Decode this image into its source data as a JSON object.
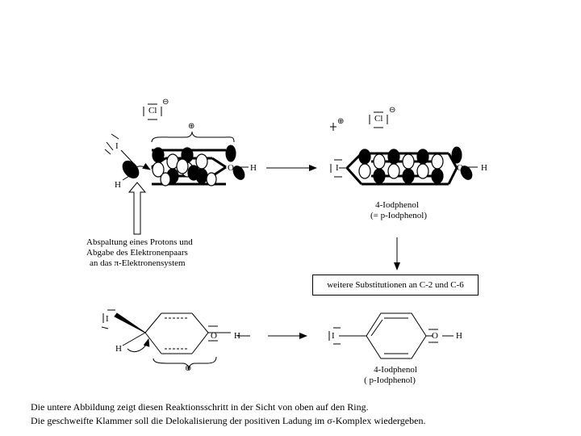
{
  "atoms": {
    "cl": "Cl",
    "i": "I",
    "h": "H",
    "o": "O",
    "plus": "⊕",
    "minus": "⊖"
  },
  "labels": {
    "process_line1": "Abspaltung eines Protons und",
    "process_line2": "Abgabe des Elektronenpaars",
    "process_line3": "an das π-Elektronensystem",
    "product_top_name": "4-Iodphenol",
    "product_top_alt": "(= p-Iodphenol)",
    "further_substitution": "weitere Substitutionen an C-2 und C-6",
    "product_bottom_name": "4-Iodphenol",
    "product_bottom_alt": "( p-Iodphenol)"
  },
  "caption": {
    "line1": "Die untere Abbildung zeigt diesen Reaktionsschritt in der Sicht von oben auf den Ring.",
    "line2": "Die geschweifte Klammer soll die Delokalisierung der positiven Ladung im σ-Komplex wiedergeben."
  }
}
